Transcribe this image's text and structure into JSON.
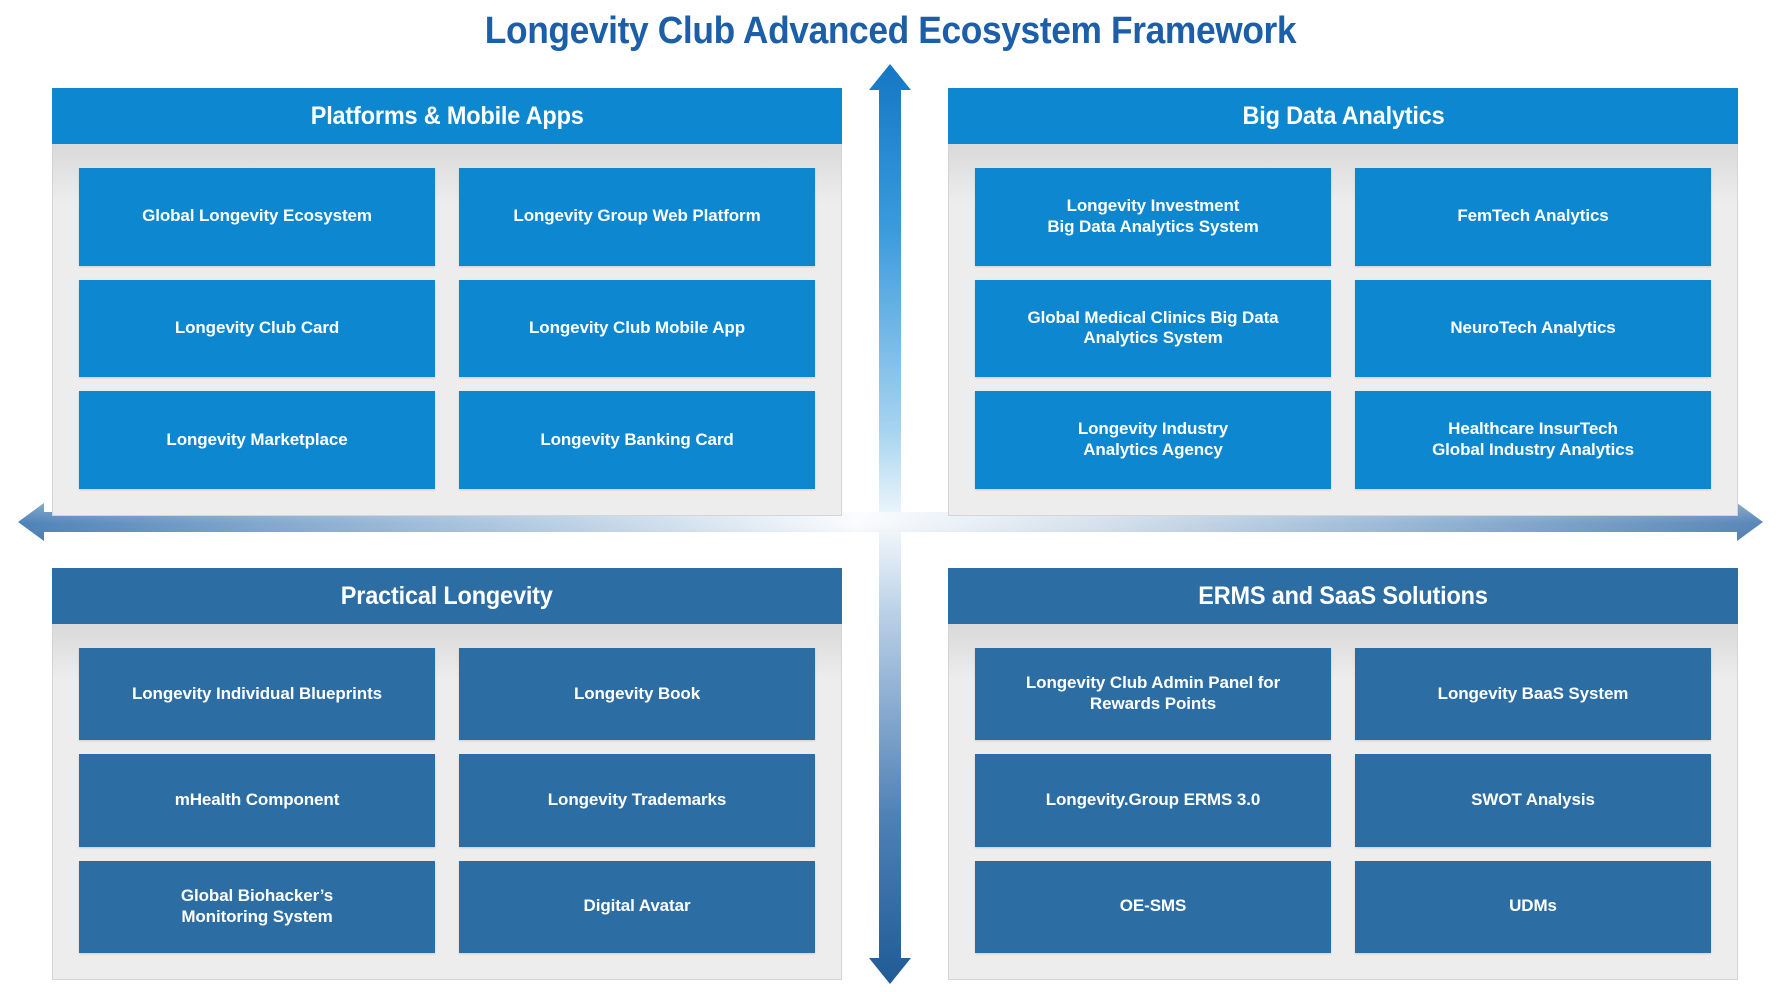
{
  "title": "Longevity Club Advanced Ecosystem Framework",
  "colors": {
    "title_blue": "#1C5FA8",
    "bright_blue": "#0C87D0",
    "steel_blue": "#2C6DA4",
    "panel_bg": "#ededed",
    "page_bg": "#ffffff"
  },
  "quadrants": {
    "top_left": {
      "header": "Platforms & Mobile Apps",
      "cells": [
        "Global Longevity Ecosystem",
        "Longevity Group Web Platform",
        "Longevity Club Card",
        "Longevity Club Mobile App",
        "Longevity Marketplace",
        "Longevity Banking Card"
      ]
    },
    "top_right": {
      "header": "Big Data Analytics",
      "cells": [
        "Longevity Investment\nBig Data Analytics System",
        "FemTech Analytics",
        "Global Medical Clinics Big Data\nAnalytics System",
        "NeuroTech Analytics",
        "Longevity Industry\nAnalytics Agency",
        "Healthcare InsurTech\nGlobal Industry Analytics"
      ]
    },
    "bottom_left": {
      "header": "Practical Longevity",
      "cells": [
        "Longevity Individual Blueprints",
        "Longevity Book",
        "mHealth Component",
        "Longevity Trademarks",
        "Global Biohacker’s\nMonitoring System",
        "Digital Avatar"
      ]
    },
    "bottom_right": {
      "header": "ERMS and SaaS Solutions",
      "cells": [
        "Longevity Club Admin Panel for\nRewards Points",
        "Longevity BaaS System",
        "Longevity.Group ERMS 3.0",
        "SWOT Analysis",
        "OE-SMS",
        "UDMs"
      ]
    }
  },
  "connectors": {
    "vertical_arrow": "vertical-double-arrow",
    "horizontal_arrow": "horizontal-double-arrow"
  }
}
